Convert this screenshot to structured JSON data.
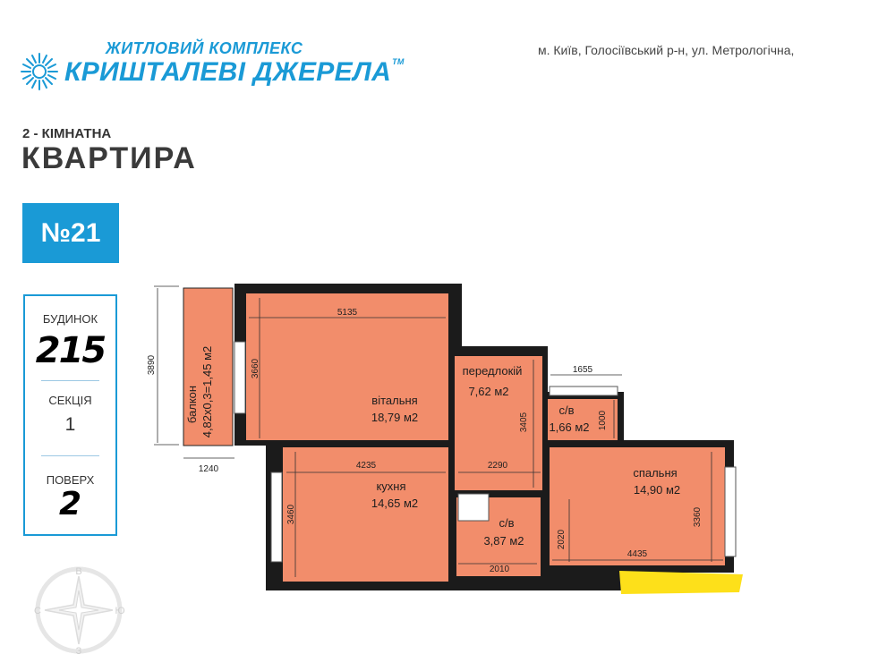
{
  "header": {
    "logo_subtitle": "ЖИТЛОВИЙ КОМПЛЕКС",
    "logo_title": "КРИШТАЛЕВІ ДЖЕРЕЛА",
    "logo_tm": "TM",
    "address": "м. Київ, Голосіївський р-н, ул. Метрологічна,"
  },
  "apartment": {
    "rooms_type": "2 - КІМНАТНА",
    "title": "КВАРТИРА",
    "number": "№21"
  },
  "info": {
    "building_label": "БУДИНОК",
    "building_value": "215",
    "section_label": "СЕКЦІЯ",
    "section_value": "1",
    "floor_label": "ПОВЕРХ",
    "floor_value": "2"
  },
  "compass": {
    "north": "В",
    "south": "З",
    "west": "С",
    "east": "Ю"
  },
  "plan": {
    "rooms": {
      "living": {
        "name": "вітальня",
        "area": "18,79 м2"
      },
      "hall": {
        "name": "передлокій",
        "area": "7,62 м2"
      },
      "bath1": {
        "name": "с/в",
        "area": "1,66 м2"
      },
      "kitchen": {
        "name": "кухня",
        "area": "14,65 м2"
      },
      "bath2": {
        "name": "с/в",
        "area": "3,87 м2"
      },
      "bedroom": {
        "name": "спальня",
        "area": "14,90 м2"
      },
      "balcony": {
        "name": "балкон",
        "area": "4,82х0,3=1,45 м2"
      }
    },
    "dimensions": {
      "d5135": "5135",
      "d3660": "3660",
      "d3890": "3890",
      "d1240": "1240",
      "d1655": "1655",
      "d1000": "1000",
      "d3405": "3405",
      "d4235": "4235",
      "d2290": "2290",
      "d3460": "3460",
      "d2010": "2010",
      "d2020": "2020",
      "d4435": "4435",
      "d3360": "3360"
    }
  },
  "colors": {
    "brand_blue": "#1a9ad6",
    "room_fill": "#f28d6b",
    "wall": "#1b1b1b",
    "highlight": "#fde01a"
  }
}
